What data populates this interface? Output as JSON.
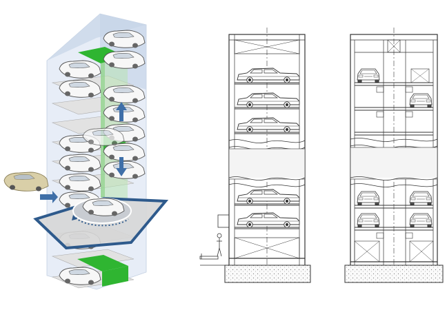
{
  "figure": {
    "panels": [
      {
        "name": "isometric-tower"
      },
      {
        "name": "side-elevation"
      },
      {
        "name": "front-elevation"
      }
    ],
    "colors": {
      "accent_green": "#2fb531",
      "ring_blue": "#2e5a8c",
      "arrow_blue": "#3f6fa8",
      "glass": "#d7e2f1",
      "line": "#333333",
      "car_body": "#f7f7f7",
      "incoming_car": "#d9cfa8"
    },
    "icons": [
      "car-icon",
      "arrow-up-icon",
      "arrow-down-icon",
      "arrow-in-icon",
      "person-icon"
    ]
  }
}
